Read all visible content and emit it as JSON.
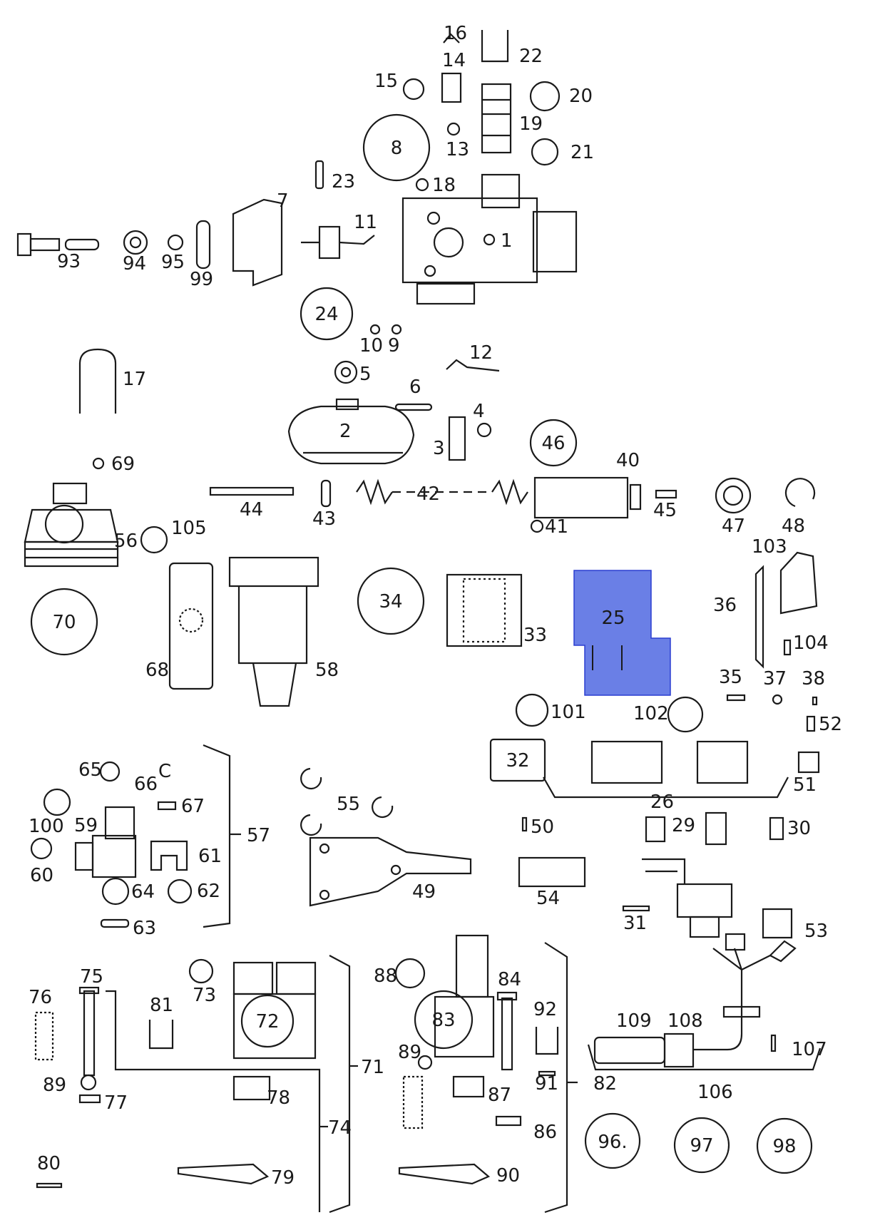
{
  "highlight_color": "#6a7fe6",
  "highlighted_part": "25",
  "labels": {
    "p16": "16",
    "p14": "14",
    "p22": "22",
    "p15": "15",
    "p20": "20",
    "p19": "19",
    "p13": "13",
    "p21": "21",
    "p23": "23",
    "p18": "18",
    "p7": "7",
    "p11": "11",
    "p1": "1",
    "p93": "93",
    "p94": "94",
    "p95": "95",
    "p99": "99",
    "p10": "10",
    "p9": "9",
    "p12": "12",
    "p17": "17",
    "p5": "5",
    "p6": "6",
    "p4": "4",
    "p2": "2",
    "p3": "3",
    "p69": "69",
    "p40": "40",
    "p44": "44",
    "p42": "42",
    "p43": "43",
    "p45": "45",
    "p47": "47",
    "p48": "48",
    "p41": "41",
    "p105": "105",
    "p56": "56",
    "p103": "103",
    "p36": "36",
    "p33": "33",
    "p104": "104",
    "p68": "68",
    "p58": "58",
    "p35": "35",
    "p37": "37",
    "p38": "38",
    "p101": "101",
    "p102": "102",
    "p52": "52",
    "p65": "65",
    "p66": "66",
    "p67": "67",
    "p55": "55",
    "p26": "26",
    "p51": "51",
    "p100": "100",
    "p59": "59",
    "p57": "57",
    "p50": "50",
    "p29": "29",
    "p30": "30",
    "p60": "60",
    "p61": "61",
    "p64": "64",
    "p62": "62",
    "p49": "49",
    "p54": "54",
    "p31": "31",
    "p63": "63",
    "p53": "53",
    "p75": "75",
    "p76": "76",
    "p73": "73",
    "p81": "81",
    "p88": "88",
    "p84": "84",
    "p92": "92",
    "p109": "109",
    "p108": "108",
    "p107": "107",
    "p71": "71",
    "p89a": "89",
    "p89b": "89",
    "p77": "77",
    "p78": "78",
    "p87": "87",
    "p91": "91",
    "p82": "82",
    "p106": "106",
    "p74": "74",
    "p86": "86",
    "p80": "80",
    "p79": "79",
    "p90": "90"
  },
  "circled_labels": {
    "c8": "8",
    "c24": "24",
    "c46": "46",
    "c70": "70",
    "c34": "34",
    "c25": "25",
    "c32": "32",
    "c72": "72",
    "c83": "83",
    "c96": "96.",
    "c97": "97",
    "c98": "98"
  },
  "inline_marks": {
    "c_mark": "C"
  }
}
